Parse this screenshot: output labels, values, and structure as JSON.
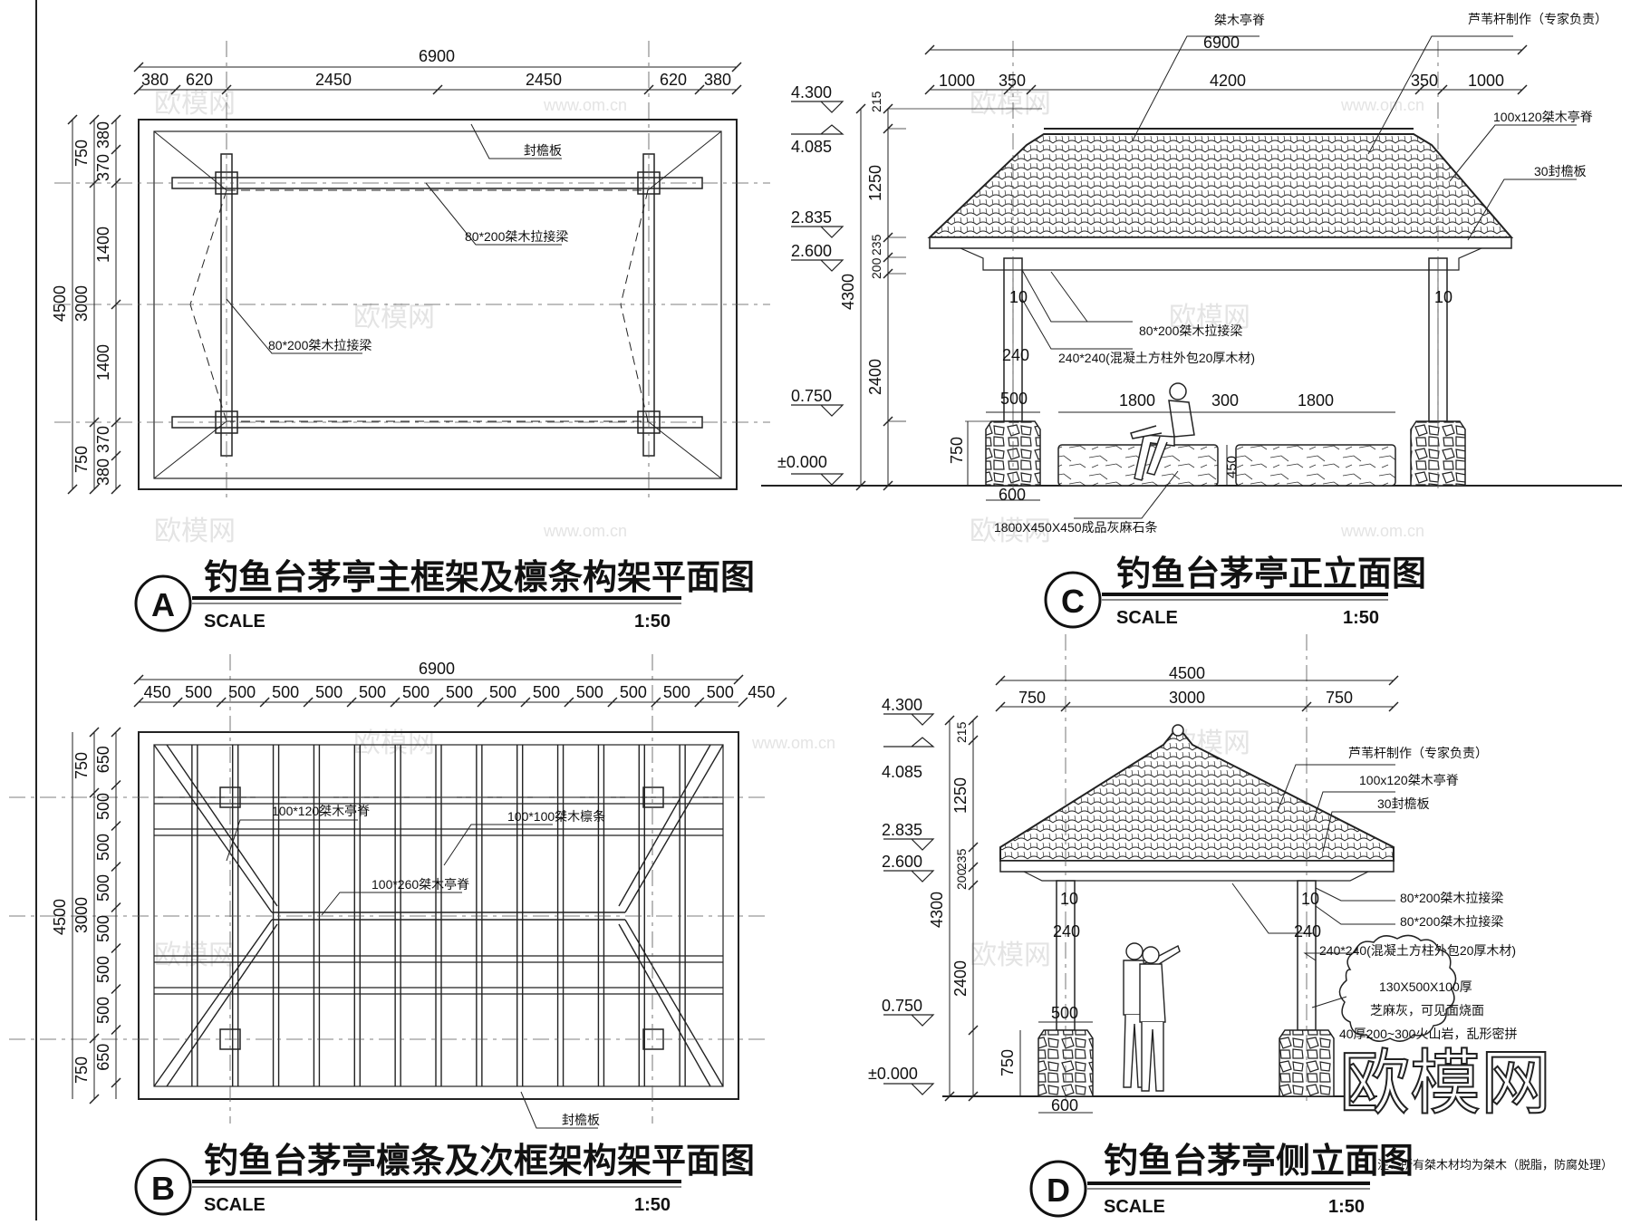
{
  "watermark": {
    "brand": "欧模网",
    "site": "www.om.cn"
  },
  "panel_a": {
    "badge": "A",
    "title": "钓鱼台茅亭主框架及檩条构架平面图",
    "scale_label": "SCALE",
    "scale_value": "1:50",
    "dim_total": "6900",
    "dims_top": [
      "380",
      "620",
      "2450",
      "2450",
      "620",
      "380"
    ],
    "dims_left_outer": [
      "750",
      "3000",
      "750"
    ],
    "dims_left_inner": [
      "380",
      "370",
      "1400",
      "1400",
      "370",
      "380"
    ],
    "dim_left_total": "4500",
    "labels": {
      "fascia": "封檐板",
      "beam_top": "80*200桀木拉接梁",
      "beam_left": "80*200桀木拉接梁"
    }
  },
  "panel_b": {
    "badge": "B",
    "title": "钓鱼台茅亭檩条及次框架构架平面图",
    "scale_label": "SCALE",
    "scale_value": "1:50",
    "dim_total": "6900",
    "dims_top": [
      "450",
      "500",
      "500",
      "500",
      "500",
      "500",
      "500",
      "500",
      "500",
      "500",
      "500",
      "500",
      "500",
      "500",
      "450"
    ],
    "dims_left_outer": [
      "750",
      "3000",
      "750"
    ],
    "dims_left_inner": [
      "650",
      "500",
      "500",
      "500",
      "500",
      "500",
      "500",
      "650"
    ],
    "dim_left_total": "4500",
    "labels": {
      "hip": "100*120桀木亭脊",
      "purlin": "100*100桀木檩条",
      "ridge": "100*260桀木亭脊",
      "fascia": "封檐板"
    }
  },
  "panel_c": {
    "badge": "C",
    "title": "钓鱼台茅亭正立面图",
    "scale_label": "SCALE",
    "scale_value": "1:50",
    "dim_total": "6900",
    "dims_top": [
      "1000",
      "350",
      "4200",
      "350",
      "1000"
    ],
    "levels": [
      "4.300",
      "4.085",
      "2.835",
      "2.600",
      "0.750",
      "±0.000"
    ],
    "dims_vert": [
      "215",
      "1250",
      "235",
      "200",
      "2400",
      "750"
    ],
    "dim_vert_total": "4300",
    "dims_misc": [
      "10",
      "10",
      "240",
      "500",
      "1800",
      "300",
      "1800",
      "450",
      "600"
    ],
    "labels": {
      "ridge_top": "桀木亭脊",
      "thatch": "芦苇杆制作（专家负责）",
      "ridge": "100x120桀木亭脊",
      "fascia": "30封檐板",
      "beam": "80*200桀木拉接梁",
      "column": "240*240(混凝土方柱外包20厚木材)",
      "bench": "1800X450X450成品灰麻石条"
    }
  },
  "panel_d": {
    "badge": "D",
    "title": "钓鱼台茅亭侧立面图",
    "scale_label": "SCALE",
    "scale_value": "1:50",
    "dim_total": "4500",
    "dims_top": [
      "750",
      "3000",
      "750"
    ],
    "levels": [
      "4.300",
      "4.085",
      "2.835",
      "2.600",
      "0.750",
      "±0.000"
    ],
    "dims_vert": [
      "215",
      "1250",
      "235",
      "200",
      "2400",
      "750"
    ],
    "dim_vert_total": "4300",
    "dims_misc": [
      "10",
      "10",
      "240",
      "240",
      "500",
      "600"
    ],
    "labels": {
      "thatch": "芦苇杆制作（专家负责）",
      "ridge": "100x120桀木亭脊",
      "fascia": "30封檐板",
      "beam1": "80*200桀木拉接梁",
      "beam2": "80*200桀木拉接梁",
      "column": "240*240(混凝土方柱外包20厚木材)",
      "stone1": "130X500X100厚",
      "stone2": "芝麻灰，可见面烧面",
      "stone3": "40厚200~300火山岩，乱形密拼"
    },
    "note": "注：所有桀木材均为桀木（脱脂，防腐处理）"
  }
}
